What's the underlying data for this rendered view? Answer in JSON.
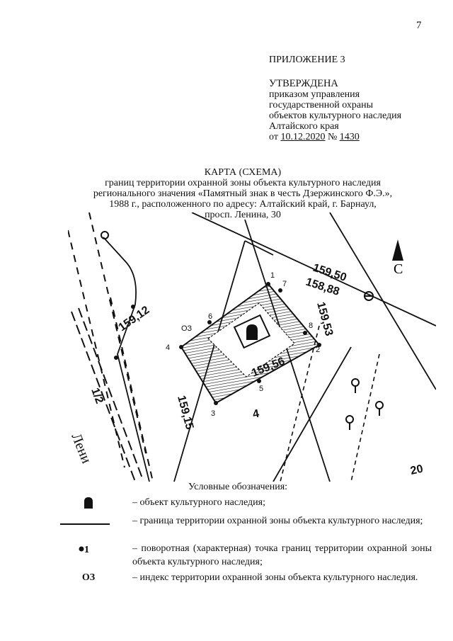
{
  "page_number": "7",
  "appendix": "ПРИЛОЖЕНИЕ 3",
  "approval": {
    "heading": "УТВЕРЖДЕНА",
    "line1": "приказом управления",
    "line2": "государственной охраны",
    "line3": "объектов культурного наследия",
    "line4": "Алтайского края",
    "prefix_from": "от",
    "date": "10.12.2020",
    "number_sign": "№",
    "number": "1430"
  },
  "title": {
    "line1": "КАРТА (СХЕМА)",
    "line2": "границ территории охранной зоны объекта культурного наследия",
    "line3": "регионального значения «Памятный знак в честь Дзержинского Ф.Э.»,",
    "line4": "1988 г., расположенного по адресу: Алтайский край, г. Барнаул,",
    "line5": "просп. Ленина, 30"
  },
  "map": {
    "north_label": "С",
    "zone_index": "ОЗ",
    "point_labels": [
      "1",
      "2",
      "3",
      "4",
      "5",
      "6",
      "7",
      "8"
    ],
    "dimensions": [
      "159,50",
      "158,88",
      "159,53",
      "159,12",
      "159,56",
      "159,15",
      "1/2",
      "4",
      "Лени",
      "20"
    ]
  },
  "legend": {
    "title": "Условные обозначения:",
    "items": [
      {
        "text": "– объект культурного наследия;"
      },
      {
        "text": "– граница территории охранной зоны объекта культурного наследия;"
      },
      {
        "symbol": "1",
        "text": "– поворотная (характерная) точка границ территории охранной зоны объекта культурного наследия;"
      },
      {
        "symbol": "ОЗ",
        "text": "– индекс территории охранной зоны объекта культурного наследия."
      }
    ]
  }
}
